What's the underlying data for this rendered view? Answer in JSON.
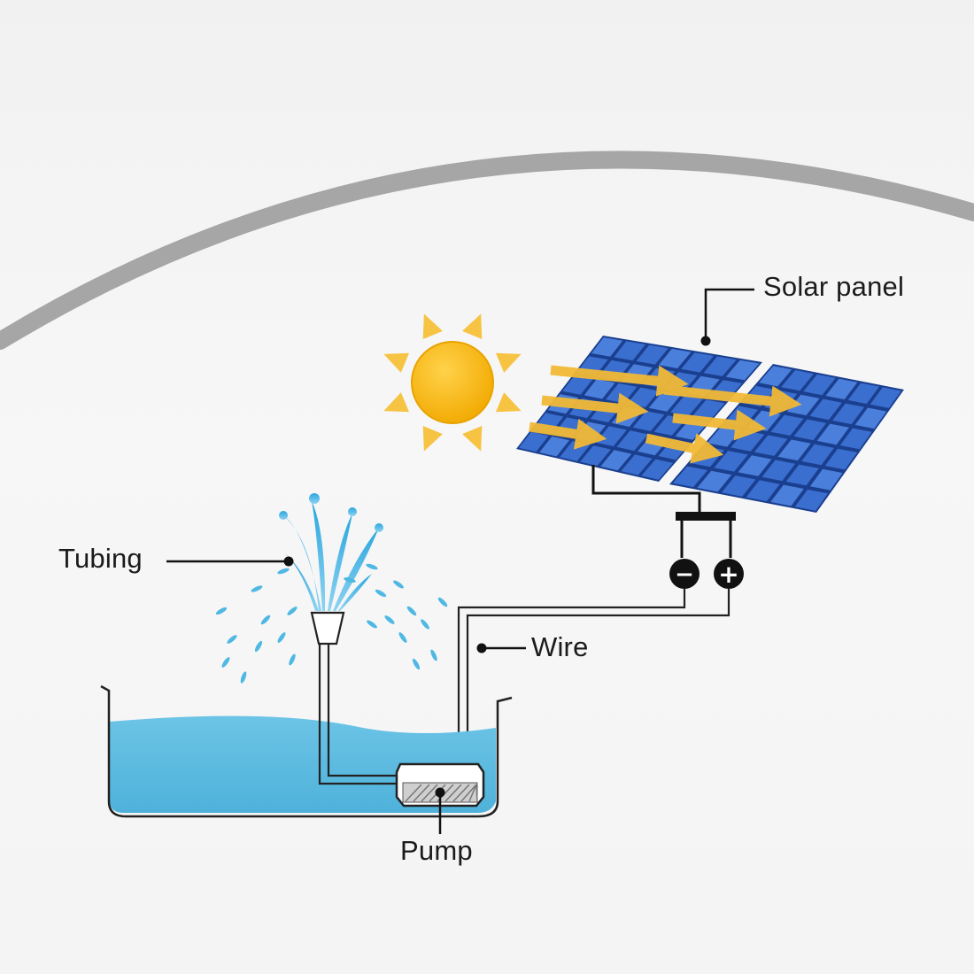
{
  "labels": {
    "solar_panel": "Solar panel",
    "tubing": "Tubing",
    "wire": "Wire",
    "pump": "Pump"
  },
  "terminals": {
    "negative": "−",
    "positive": "+"
  },
  "icons": [
    "sun-icon",
    "solar-panel-icon",
    "fountain-spray-icon",
    "pump-icon",
    "basin-icon",
    "arrow-icon"
  ],
  "colors": {
    "panel_blue": "#1f4fa6",
    "panel_cell": "#3a6fd0",
    "water": "#5dbde0",
    "sun": "#f5b91c",
    "sun_ray": "#f6c343",
    "arrow": "#f1b936",
    "arc": "#a3a3a3",
    "line": "#111111"
  }
}
